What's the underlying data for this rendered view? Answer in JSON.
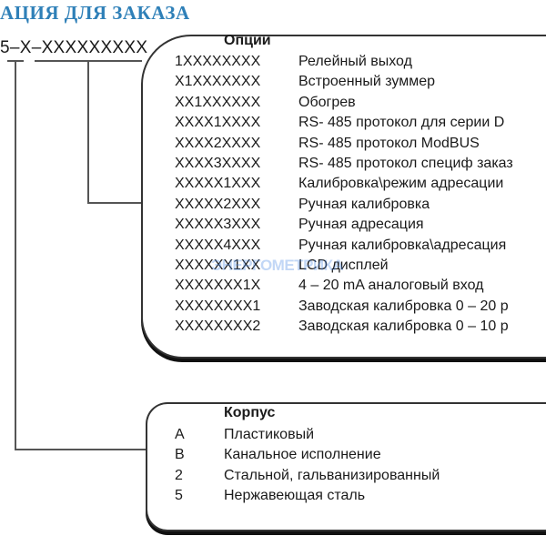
{
  "title": "АЦИЯ ДЛЯ ЗАКАЗА",
  "code": "5–X–XXXXXXXXX",
  "watermark": "ЭНЕРГОМЕТРИКА",
  "options": {
    "header": "Опции",
    "rows": [
      {
        "code": "1XXXXXXXX",
        "desc": "Релейный выход"
      },
      {
        "code": "X1XXXXXXX",
        "desc": "Встроенный зуммер"
      },
      {
        "code": "XX1XXXXXX",
        "desc": "Обогрев"
      },
      {
        "code": "XXXX1XXXX",
        "desc": "RS- 485 протокол для серии D"
      },
      {
        "code": "XXXX2XXXX",
        "desc": "RS- 485 протокол ModBUS"
      },
      {
        "code": "XXXX3XXXX",
        "desc": "RS- 485 протокол специф заказ"
      },
      {
        "code": "XXXXX1XXX",
        "desc": "Калибровка\\режим адресации"
      },
      {
        "code": "XXXXX2XXX",
        "desc": "Ручная калибровка"
      },
      {
        "code": "XXXXX3XXX",
        "desc": "Ручная адресация"
      },
      {
        "code": "XXXXX4XXX",
        "desc": "Ручная калибровка\\адресация"
      },
      {
        "code": "XXXXXX1XX",
        "desc": "LCD дисплей"
      },
      {
        "code": "XXXXXXX1X",
        "desc": "4 – 20 mA аналоговый вход"
      },
      {
        "code": "XXXXXXXX1",
        "desc": "Заводская калибровка 0 – 20 р"
      },
      {
        "code": "XXXXXXXX2",
        "desc": "Заводская калибровка 0 – 10 р"
      }
    ]
  },
  "housing": {
    "header": "Корпус",
    "rows": [
      {
        "code": "A",
        "desc": "Пластиковый"
      },
      {
        "code": "B",
        "desc": "Канальное исполнение"
      },
      {
        "code": "2",
        "desc": "Стальной, гальванизированный"
      },
      {
        "code": "5",
        "desc": "Нержавеющая сталь"
      }
    ]
  }
}
